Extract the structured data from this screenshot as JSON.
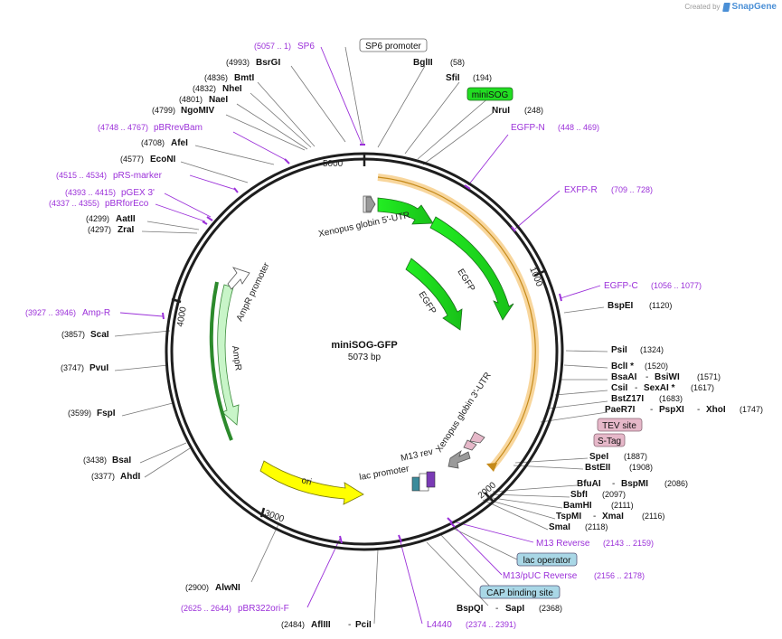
{
  "header": {
    "created_by": "Created by",
    "brand": "SnapGene"
  },
  "plasmid": {
    "name": "miniSOG-GFP",
    "size_label": "5073 bp",
    "length": 5073
  },
  "ticks": [
    "1000",
    "2000",
    "3000",
    "4000",
    "5000"
  ],
  "features": [
    {
      "name": "SP6 promoter",
      "style": "box",
      "fill": "#ffffff"
    },
    {
      "name": "miniSOG",
      "style": "box",
      "fill": "#22dd22"
    },
    {
      "name": "TEV site",
      "style": "box",
      "fill": "#e6b8c9"
    },
    {
      "name": "S-Tag",
      "style": "box",
      "fill": "#e6b8c9"
    },
    {
      "name": "lac operator",
      "style": "box",
      "fill": "#a9d7e6"
    },
    {
      "name": "CAP binding site",
      "style": "box",
      "fill": "#a9d7e6"
    }
  ],
  "arc_labels": [
    "Xenopus globin 5'-UTR",
    "EGFP",
    "EGFP",
    "Xenopus globin 3'-UTR",
    "M13 rev",
    "lac promoter",
    "ori",
    "AmpR",
    "AmpR promoter"
  ],
  "primers": [
    {
      "name": "SP6",
      "range": "(5057 .. 1)"
    },
    {
      "name": "EGFP-N",
      "range": "(448 .. 469)"
    },
    {
      "name": "pBRrevBam",
      "range": "(4748 .. 4767)"
    },
    {
      "name": "pRS-marker",
      "range": "(4515 .. 4534)"
    },
    {
      "name": "EXFP-R",
      "range": "(709 .. 728)"
    },
    {
      "name": "pGEX 3'",
      "range": "(4393 .. 4415)"
    },
    {
      "name": "pBRforEco",
      "range": "(4337 .. 4355)"
    },
    {
      "name": "EGFP-C",
      "range": "(1056 .. 1077)"
    },
    {
      "name": "Amp-R",
      "range": "(3927 .. 3946)"
    },
    {
      "name": "M13 Reverse",
      "range": "(2143 .. 2159)"
    },
    {
      "name": "M13/pUC Reverse",
      "range": "(2156 .. 2178)"
    },
    {
      "name": "pBR322ori-F",
      "range": "(2625 .. 2644)"
    },
    {
      "name": "L4440",
      "range": "(2374 .. 2391)"
    }
  ],
  "sites": [
    {
      "name": "BsrGI",
      "pos": "(4993)"
    },
    {
      "name": "BglII",
      "pos": "(58)"
    },
    {
      "name": "BmtI",
      "pos": "(4836)"
    },
    {
      "name": "SfiI",
      "pos": "(194)"
    },
    {
      "name": "NheI",
      "pos": "(4832)"
    },
    {
      "name": "NaeI",
      "pos": "(4801)"
    },
    {
      "name": "NruI",
      "pos": "(248)"
    },
    {
      "name": "NgoMIV",
      "pos": "(4799)"
    },
    {
      "name": "AfeI",
      "pos": "(4708)"
    },
    {
      "name": "EcoNI",
      "pos": "(4577)"
    },
    {
      "name": "AatII",
      "pos": "(4299)"
    },
    {
      "name": "ZraI",
      "pos": "(4297)"
    },
    {
      "name": "BspEI",
      "pos": "(1120)"
    },
    {
      "name": "ScaI",
      "pos": "(3857)"
    },
    {
      "name": "PsiI",
      "pos": "(1324)"
    },
    {
      "name": "PvuI",
      "pos": "(3747)"
    },
    {
      "name": "BclI *",
      "pos": "(1520)"
    },
    {
      "name": "BsaAI",
      "partner": "BsiWI",
      "pos": "(1571)"
    },
    {
      "name": "CsiI",
      "partner": "SexAI *",
      "pos": "(1617)"
    },
    {
      "name": "BstZ17I",
      "pos": "(1683)"
    },
    {
      "name": "FspI",
      "pos": "(3599)"
    },
    {
      "name": "PaeR7I",
      "partner": "PspXI",
      "partner2": "XhoI",
      "pos": "(1747)"
    },
    {
      "name": "SpeI",
      "pos": "(1887)"
    },
    {
      "name": "BsaI",
      "pos": "(3438)"
    },
    {
      "name": "BstEII",
      "pos": "(1908)"
    },
    {
      "name": "AhdI",
      "pos": "(3377)"
    },
    {
      "name": "BfuAI",
      "partner": "BspMI",
      "pos": "(2086)"
    },
    {
      "name": "SbfI",
      "pos": "(2097)"
    },
    {
      "name": "BamHI",
      "pos": "(2111)"
    },
    {
      "name": "TspMI",
      "partner": "XmaI",
      "pos": "(2116)"
    },
    {
      "name": "SmaI",
      "pos": "(2118)"
    },
    {
      "name": "AlwNI",
      "pos": "(2900)"
    },
    {
      "name": "BspQI",
      "partner": "SapI",
      "pos": "(2368)"
    },
    {
      "name": "AflIII",
      "partner": "PciI",
      "pos": "(2484)"
    }
  ]
}
